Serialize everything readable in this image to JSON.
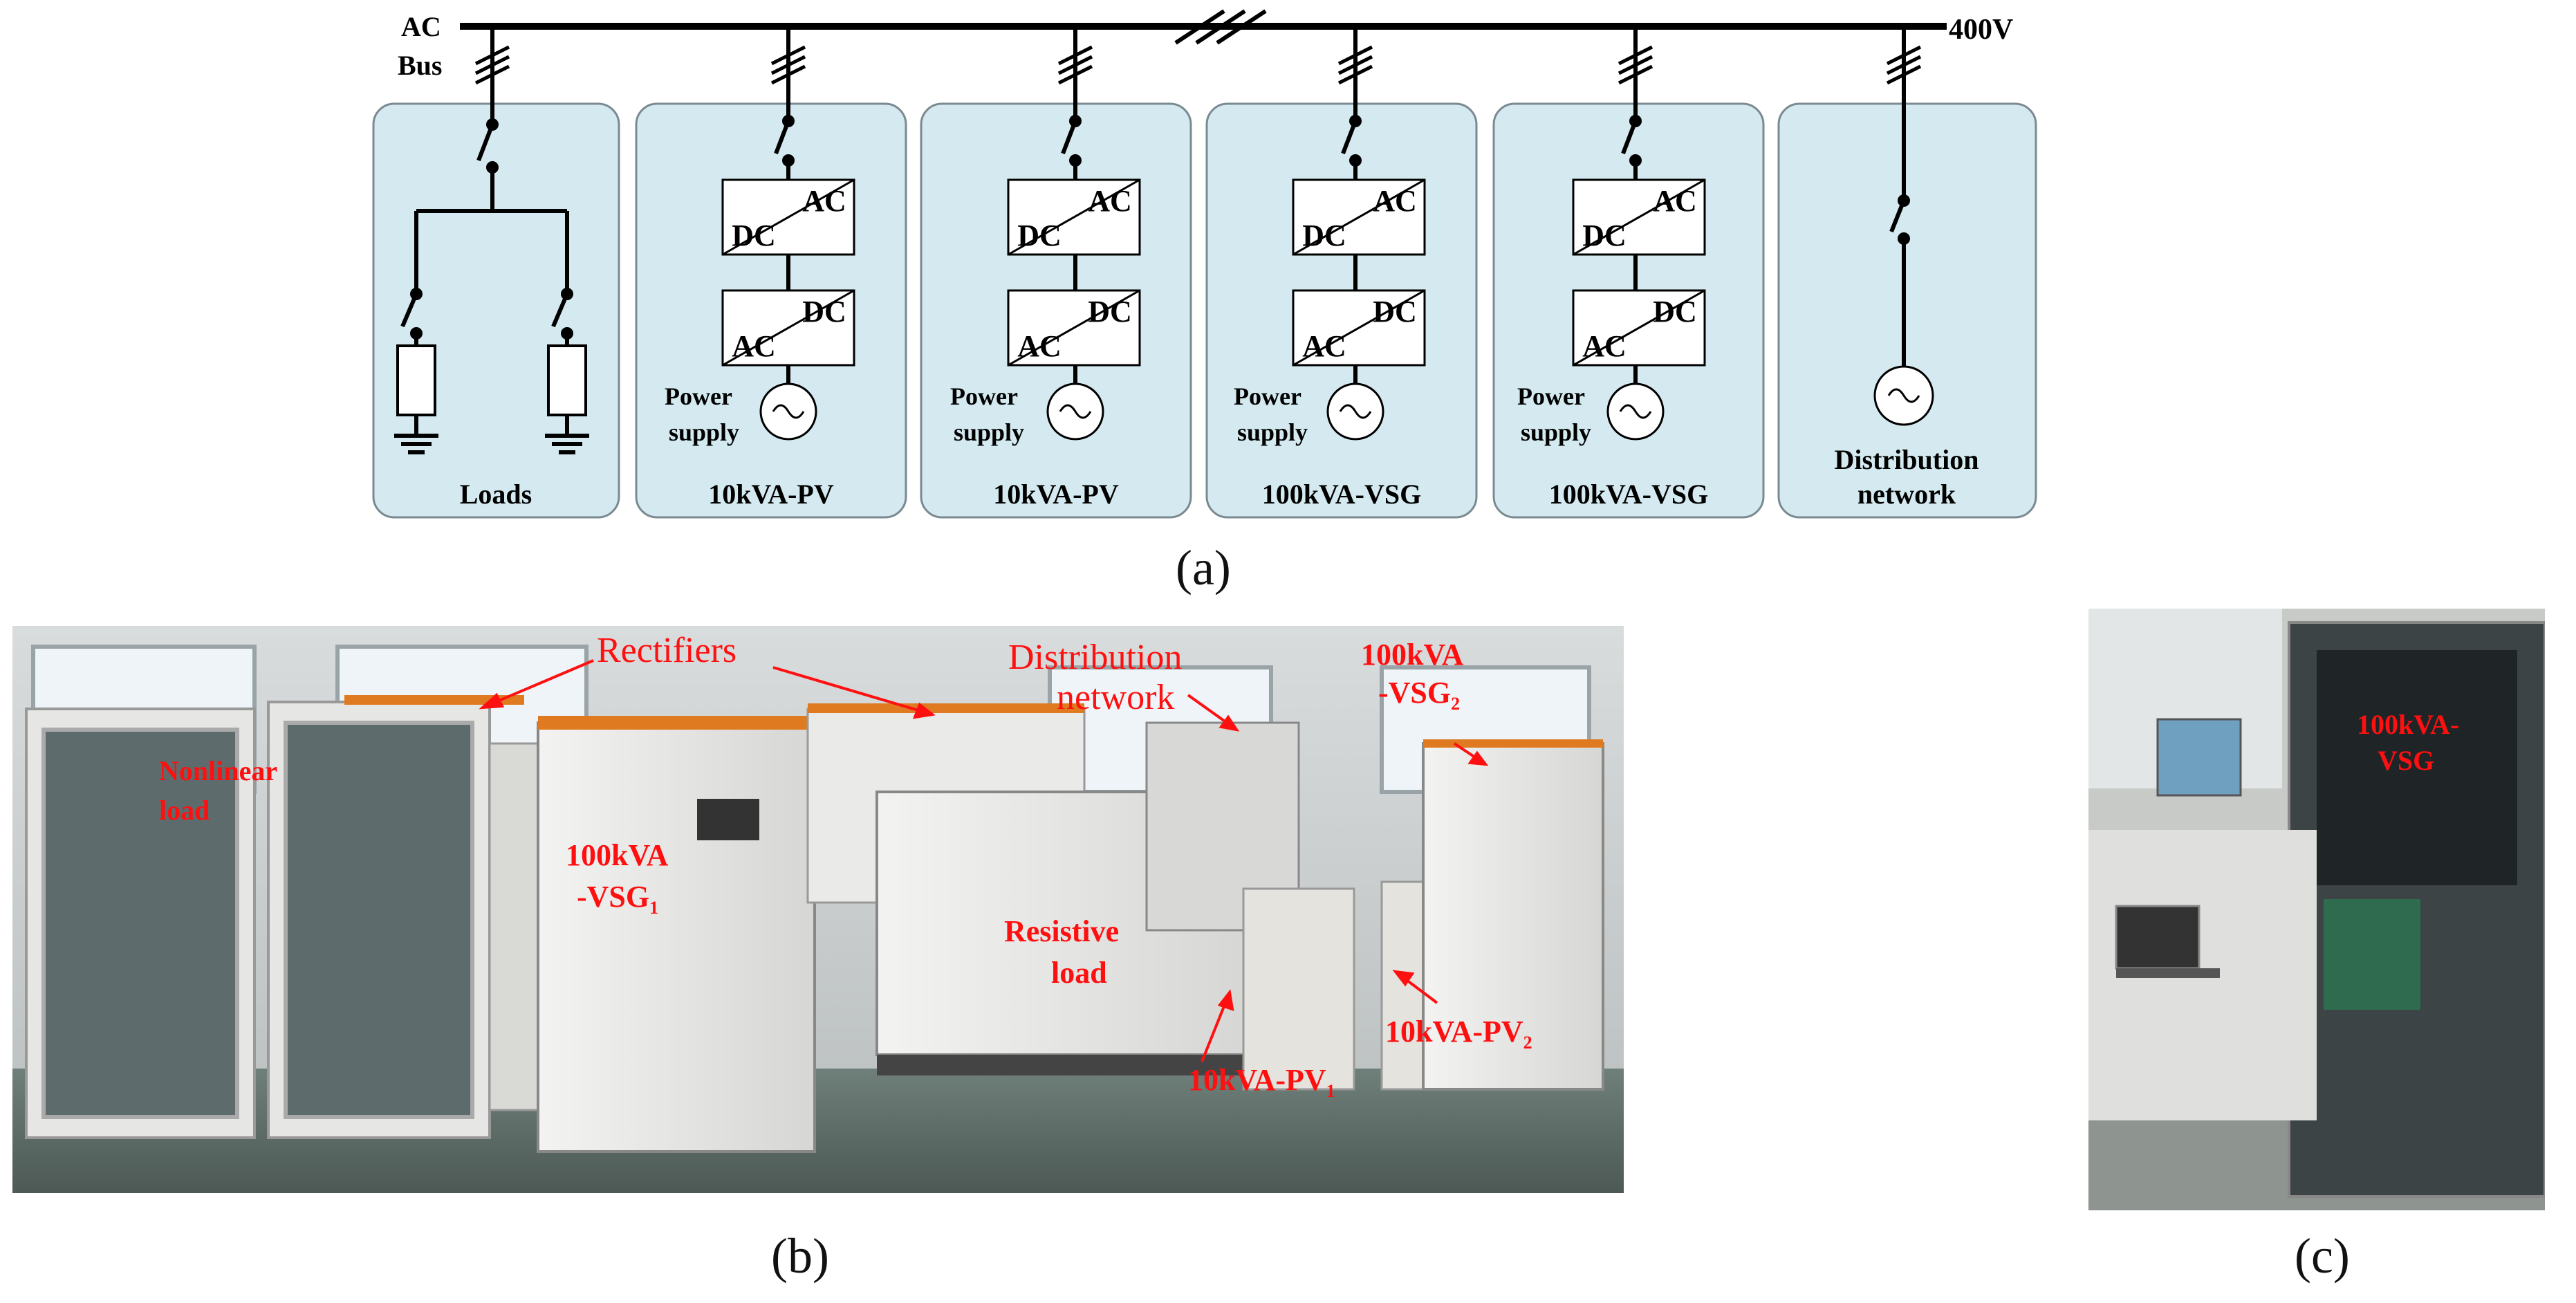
{
  "bus": {
    "label_line1": "AC",
    "label_line2": "Bus",
    "voltage": "400V"
  },
  "modules": [
    {
      "caption": "Loads"
    },
    {
      "caption": "10kVA-PV",
      "upper": {
        "tr": "AC",
        "bl": "DC"
      },
      "lower": {
        "tr": "DC",
        "bl": "AC"
      },
      "source_line1": "Power",
      "source_line2": "supply"
    },
    {
      "caption": "10kVA-PV",
      "upper": {
        "tr": "AC",
        "bl": "DC"
      },
      "lower": {
        "tr": "DC",
        "bl": "AC"
      },
      "source_line1": "Power",
      "source_line2": "supply"
    },
    {
      "caption": "100kVA-VSG",
      "upper": {
        "tr": "AC",
        "bl": "DC"
      },
      "lower": {
        "tr": "DC",
        "bl": "AC"
      },
      "source_line1": "Power",
      "source_line2": "supply"
    },
    {
      "caption": "100kVA-VSG",
      "upper": {
        "tr": "AC",
        "bl": "DC"
      },
      "lower": {
        "tr": "DC",
        "bl": "AC"
      },
      "source_line1": "Power",
      "source_line2": "supply"
    },
    {
      "caption_line1": "Distribution",
      "caption_line2": "network"
    }
  ],
  "captions": {
    "a": "(a)",
    "b": "(b)",
    "c": "(c)"
  },
  "photo_b_labels": {
    "rectifiers": "Rectifiers",
    "distribution_line1": "Distribution",
    "distribution_line2": "network",
    "vsg2_line1": "100kVA",
    "vsg2_line2": "-VSG",
    "vsg2_sub": "2",
    "nonlinear_line1": "Nonlinear",
    "nonlinear_line2": "load",
    "vsg1_line1": "100kVA",
    "vsg1_line2": "-VSG",
    "vsg1_sub": "1",
    "resistive_line1": "Resistive",
    "resistive_line2": "load",
    "pv2": "10kVA-PV",
    "pv2_sub": "2",
    "pv1": "10kVA-PV",
    "pv1_sub": "1"
  },
  "photo_c_labels": {
    "vsg_line1": "100kVA-",
    "vsg_line2": "VSG"
  },
  "colors": {
    "panel_fill": "#d4eaf0",
    "panel_stroke": "#7a8a90",
    "label_red": "#ff1010"
  }
}
